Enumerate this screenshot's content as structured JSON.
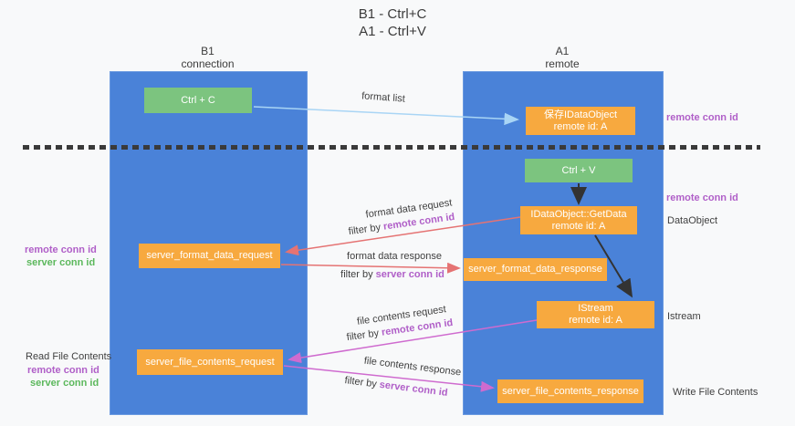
{
  "title": {
    "line1": "B1 - Ctrl+C",
    "line2": "A1 - Ctrl+V"
  },
  "lanes": {
    "left": {
      "name": "B1",
      "subtitle": "connection"
    },
    "right": {
      "name": "A1",
      "subtitle": "remote"
    }
  },
  "nodes": {
    "ctrl_c": "Ctrl + C",
    "ctrl_v": "Ctrl + V",
    "save_dataobject": {
      "line1": "保存IDataObject",
      "line2": "remote id: A"
    },
    "getdata": {
      "line1": "IDataObject::GetData",
      "line2": "remote id: A"
    },
    "istream": {
      "line1": "IStream",
      "line2": "remote id: A"
    },
    "format_request": "server_format_data_request",
    "format_response": "server_format_data_response",
    "file_request": "server_file_contents_request",
    "file_response": "server_file_contents_response"
  },
  "arrow_labels": {
    "format_list": "format list",
    "format_data_request": "format data request",
    "format_data_response": "format data response",
    "file_contents_request": "file contents request",
    "file_contents_response": "file contents response",
    "filter_by": "filter by ",
    "remote_conn_id": "remote conn id",
    "server_conn_id": "server conn id"
  },
  "side_labels": {
    "remote_conn_id_top_right": "remote conn id",
    "remote_conn_id_mid_right": "remote conn id",
    "dataobject": "DataObject",
    "istream": "Istream",
    "write_file_contents": "Write File Contents",
    "read_file_contents": "Read File Contents",
    "remote_conn_id_left1": "remote conn id",
    "server_conn_id_left1": "server conn id",
    "remote_conn_id_left2": "remote conn id",
    "server_conn_id_left2": "server conn id"
  },
  "colors": {
    "lane_blue": "#4a82d8",
    "box_green": "#7cc47f",
    "box_orange": "#f7a93f",
    "arrow_blue": "#a9d5f5",
    "arrow_red": "#e57373",
    "arrow_magenta": "#cf6bcf",
    "arrow_black": "#333333",
    "text_purple": "#b05fc8",
    "text_green": "#5cb85c",
    "divider_black": "#3a3a3a",
    "background": "#f8f9fa"
  }
}
